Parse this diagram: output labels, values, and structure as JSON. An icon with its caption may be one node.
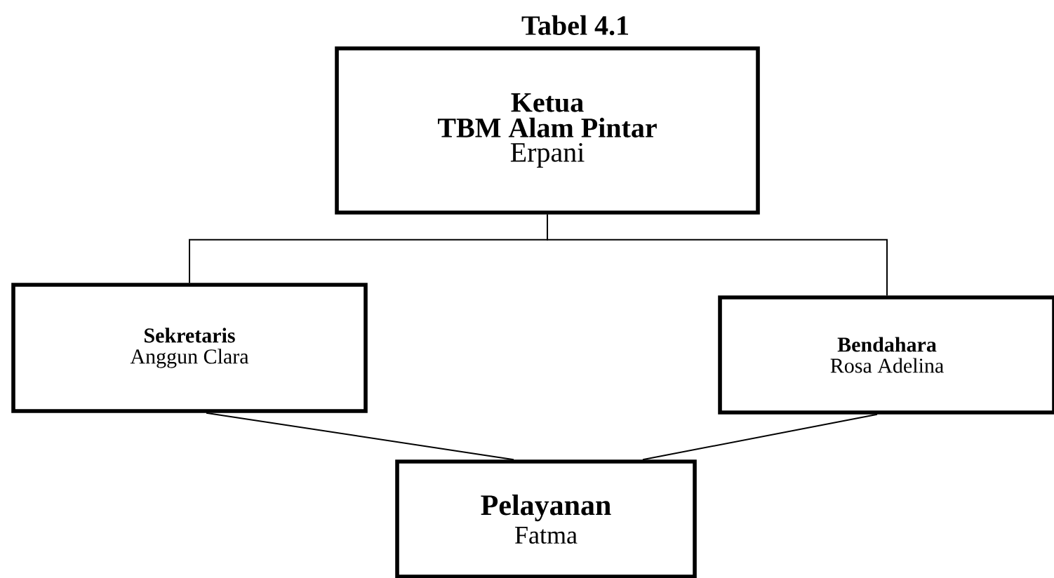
{
  "diagram": {
    "title": "Tabel 4.1",
    "nodes": [
      {
        "text": [
          "Ketua",
          "TBM Alam Pintar",
          "Erpani"
        ]
      },
      {
        "text": [
          "Sekretaris",
          "Anggun Clara"
        ]
      },
      {
        "text": [
          "Bendahara",
          "Rosa Adelina"
        ]
      },
      {
        "text": [
          "Pelayanan",
          "Fatma"
        ]
      }
    ],
    "edges": [
      {
        "from": 0,
        "to": 1,
        "arrow": "none"
      },
      {
        "from": 0,
        "to": 2,
        "arrow": "none"
      },
      {
        "from": 1,
        "to": 3,
        "arrow": "none"
      },
      {
        "from": 2,
        "to": 3,
        "arrow": "none"
      }
    ]
  }
}
